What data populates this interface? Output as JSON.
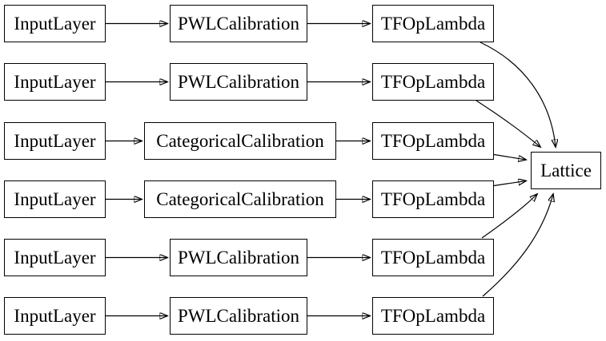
{
  "diagram": {
    "kind": "keras-model-plot",
    "background_color": "#ffffff",
    "node_border_color": "#000000",
    "edge_color": "#000000",
    "rows": [
      {
        "input": "InputLayer",
        "calibration": "PWLCalibration",
        "lambda": "TFOpLambda"
      },
      {
        "input": "InputLayer",
        "calibration": "PWLCalibration",
        "lambda": "TFOpLambda"
      },
      {
        "input": "InputLayer",
        "calibration": "CategoricalCalibration",
        "lambda": "TFOpLambda"
      },
      {
        "input": "InputLayer",
        "calibration": "CategoricalCalibration",
        "lambda": "TFOpLambda"
      },
      {
        "input": "InputLayer",
        "calibration": "PWLCalibration",
        "lambda": "TFOpLambda"
      },
      {
        "input": "InputLayer",
        "calibration": "PWLCalibration",
        "lambda": "TFOpLambda"
      }
    ],
    "output": {
      "label": "Lattice"
    },
    "connections": [
      "row1: InputLayer -> PWLCalibration -> TFOpLambda -> Lattice",
      "row2: InputLayer -> PWLCalibration -> TFOpLambda -> Lattice",
      "row3: InputLayer -> CategoricalCalibration -> TFOpLambda -> Lattice",
      "row4: InputLayer -> CategoricalCalibration -> TFOpLambda -> Lattice",
      "row5: InputLayer -> PWLCalibration -> TFOpLambda -> Lattice",
      "row6: InputLayer -> PWLCalibration -> TFOpLambda -> Lattice"
    ]
  }
}
